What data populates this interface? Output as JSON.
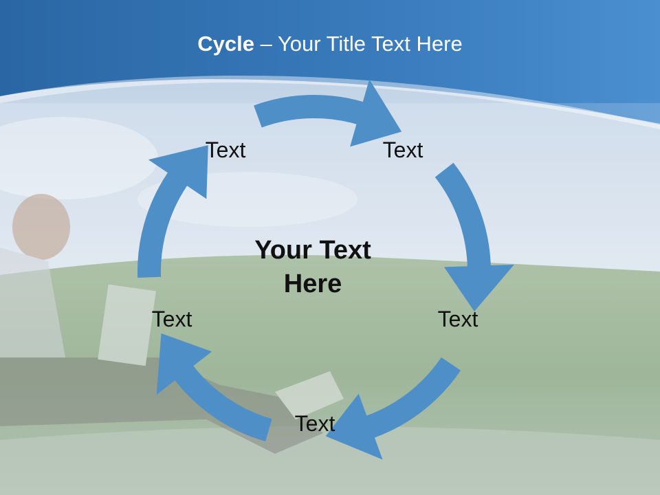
{
  "slide": {
    "title_bold": "Cycle",
    "title_rest": " – Your Title Text Here",
    "center_text": "Your Text Here",
    "labels": [
      "Text",
      "Text",
      "Text",
      "Text",
      "Text"
    ],
    "colors": {
      "header_dark": "#2d6ba8",
      "header_light": "#4a8dcc",
      "arrow": "#4f8fc8",
      "sky": "#c8d8ea",
      "field": "#8aa882"
    },
    "icons": [
      "cycle-arrow-icon"
    ]
  }
}
